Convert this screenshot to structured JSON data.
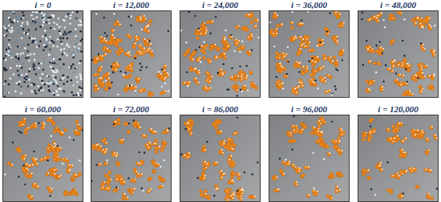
{
  "diagram": {
    "nodes": [
      {
        "text": [
          "i = 0"
        ]
      },
      {
        "text": [
          "i = 12,000"
        ]
      },
      {
        "text": [
          "i = 24,000"
        ]
      },
      {
        "text": [
          "i = 36,000"
        ]
      },
      {
        "text": [
          "i = 48,000"
        ]
      },
      {
        "text": [
          "i = 60,000"
        ]
      },
      {
        "text": [
          "i = 72,000"
        ]
      },
      {
        "text": [
          "i = 86,000"
        ]
      },
      {
        "text": [
          "i = 96,000"
        ]
      },
      {
        "text": [
          "i = 120,000"
        ]
      }
    ]
  }
}
